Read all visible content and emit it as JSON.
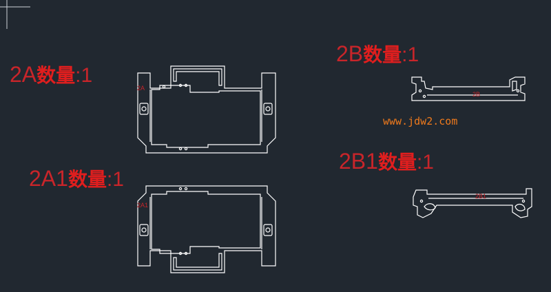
{
  "labels": {
    "part_2a": {
      "code": "2A",
      "qty_text": "数量",
      "qty_value": ":1"
    },
    "part_2a1": {
      "code": "2A1",
      "qty_text": "数量",
      "qty_value": ":1"
    },
    "part_2b": {
      "code": "2B",
      "qty_text": "数量",
      "qty_value": ":1"
    },
    "part_2b1": {
      "code": "2B1",
      "qty_text": "数量",
      "qty_value": ":1"
    }
  },
  "tags": {
    "part_2a": "2A",
    "part_2a1": "2A1",
    "part_2b": "2B",
    "part_2b1": "2B1"
  },
  "watermark": "www.jdw2.com",
  "colors": {
    "background": "#212830",
    "outline": "#ffffff",
    "label_red": "#c8252a",
    "qty_red": "#e01e1e",
    "watermark_orange": "#f07a1c"
  }
}
